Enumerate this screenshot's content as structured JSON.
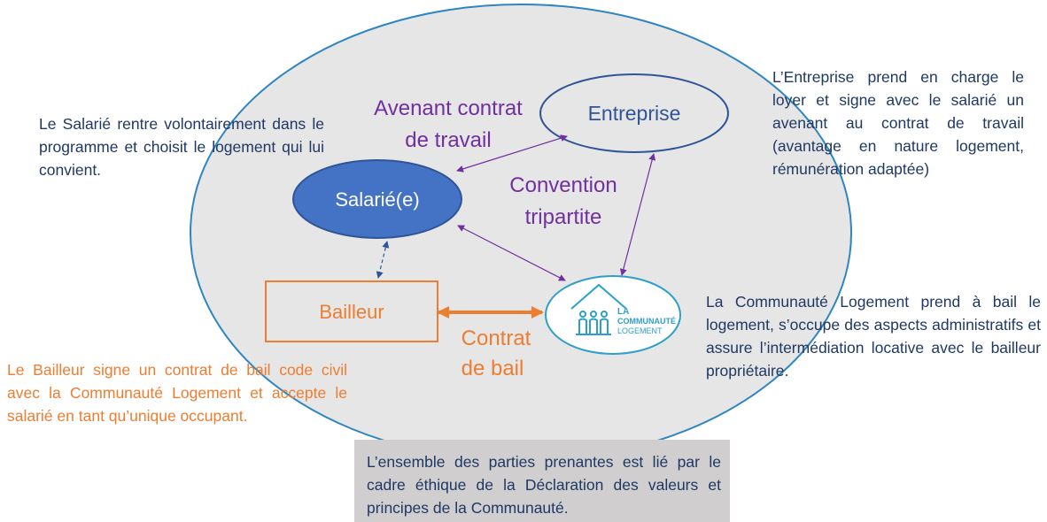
{
  "colors": {
    "outer_ellipse_fill": "#e7e6e6",
    "outer_ellipse_stroke": "#2e86c1",
    "salarie_fill": "#4472c4",
    "salarie_stroke": "#2f5597",
    "entreprise_stroke": "#2f5597",
    "entreprise_text": "#2f5597",
    "purple": "#7030a0",
    "orange": "#ed7d31",
    "navy": "#1f3864",
    "teal": "#2e9fc9",
    "footer_bg": "#d0cece"
  },
  "nodes": {
    "entreprise": "Entreprise",
    "salarie": "Salarié(e)",
    "bailleur": "Bailleur",
    "communaute_logo": {
      "line1": "LA",
      "line2": "COMMUNAUTÉ",
      "line3": "LOGEMENT",
      "icon": "people-house-icon"
    }
  },
  "links": {
    "avenant": [
      "Avenant contrat",
      "de travail"
    ],
    "convention": [
      "Convention",
      "tripartite"
    ],
    "bail": [
      "Contrat",
      "de bail"
    ]
  },
  "notes": {
    "salarie": "Le Salarié rentre volontairement dans le programme et choisit le logement qui lui convient.",
    "entreprise": "L’Entreprise prend en charge le loyer et signe avec le salarié un avenant au contrat de travail (avantage en nature logement, rémunération adaptée)",
    "communaute": "La Communauté Logement prend à bail le logement, s’occupe des aspects administratifs et assure l’intermédiation locative avec le bailleur propriétaire.",
    "bailleur": "Le Bailleur signe un contrat de bail code civil avec la Communauté Logement et accepte le salarié en tant qu’unique occupant."
  },
  "footer": "L’ensemble des parties prenantes est lié par le cadre éthique de la Déclaration des valeurs et principes de la Communauté."
}
